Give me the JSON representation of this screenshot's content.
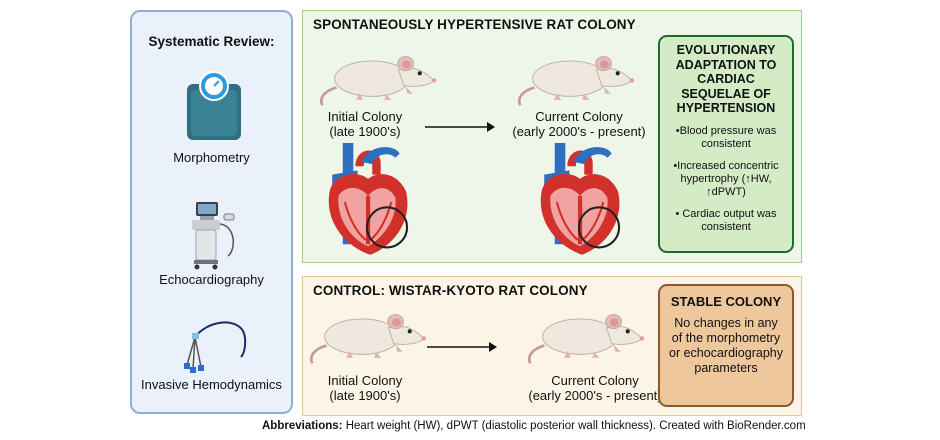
{
  "left_panel": {
    "title": "Systematic Review:",
    "items": [
      {
        "label": "Morphometry",
        "icon": "scale-icon"
      },
      {
        "label": "Echocardiography",
        "icon": "ultrasound-machine-icon"
      },
      {
        "label": "Invasive Hemodynamics",
        "icon": "catheter-icon"
      }
    ]
  },
  "shr_panel": {
    "title": "SPONTANEOUSLY HYPERTENSIVE RAT COLONY",
    "initial_line1": "Initial Colony",
    "initial_line2": "(late 1900's)",
    "current_line1": "Current Colony",
    "current_line2": "(early 2000's - present)",
    "box": {
      "title": "EVOLUTIONARY ADAPTATION TO CARDIAC SEQUELAE OF HYPERTENSION",
      "bullets": [
        "•Blood pressure was consistent",
        "•Increased concentric hypertrophy (↑HW, ↑dPWT)",
        "• Cardiac output was consistent"
      ]
    }
  },
  "wky_panel": {
    "title": "CONTROL: WISTAR-KYOTO RAT COLONY",
    "initial_line1": "Initial Colony",
    "initial_line2": "(late 1900's)",
    "current_line1": "Current Colony",
    "current_line2": "(early 2000's - present)",
    "box": {
      "title": "STABLE COLONY",
      "text": "No changes in any of the morphometry or echocardiography parameters"
    }
  },
  "footer": {
    "label": "Abbreviations:",
    "text": " Heart weight (HW), dPWT (diastolic posterior wall thickness). Created with BioRender.com"
  },
  "colors": {
    "shr_box_border": "#1f6b2c",
    "stable_box_fill": "#efc79c",
    "left_panel_border": "#8fb0d6"
  }
}
